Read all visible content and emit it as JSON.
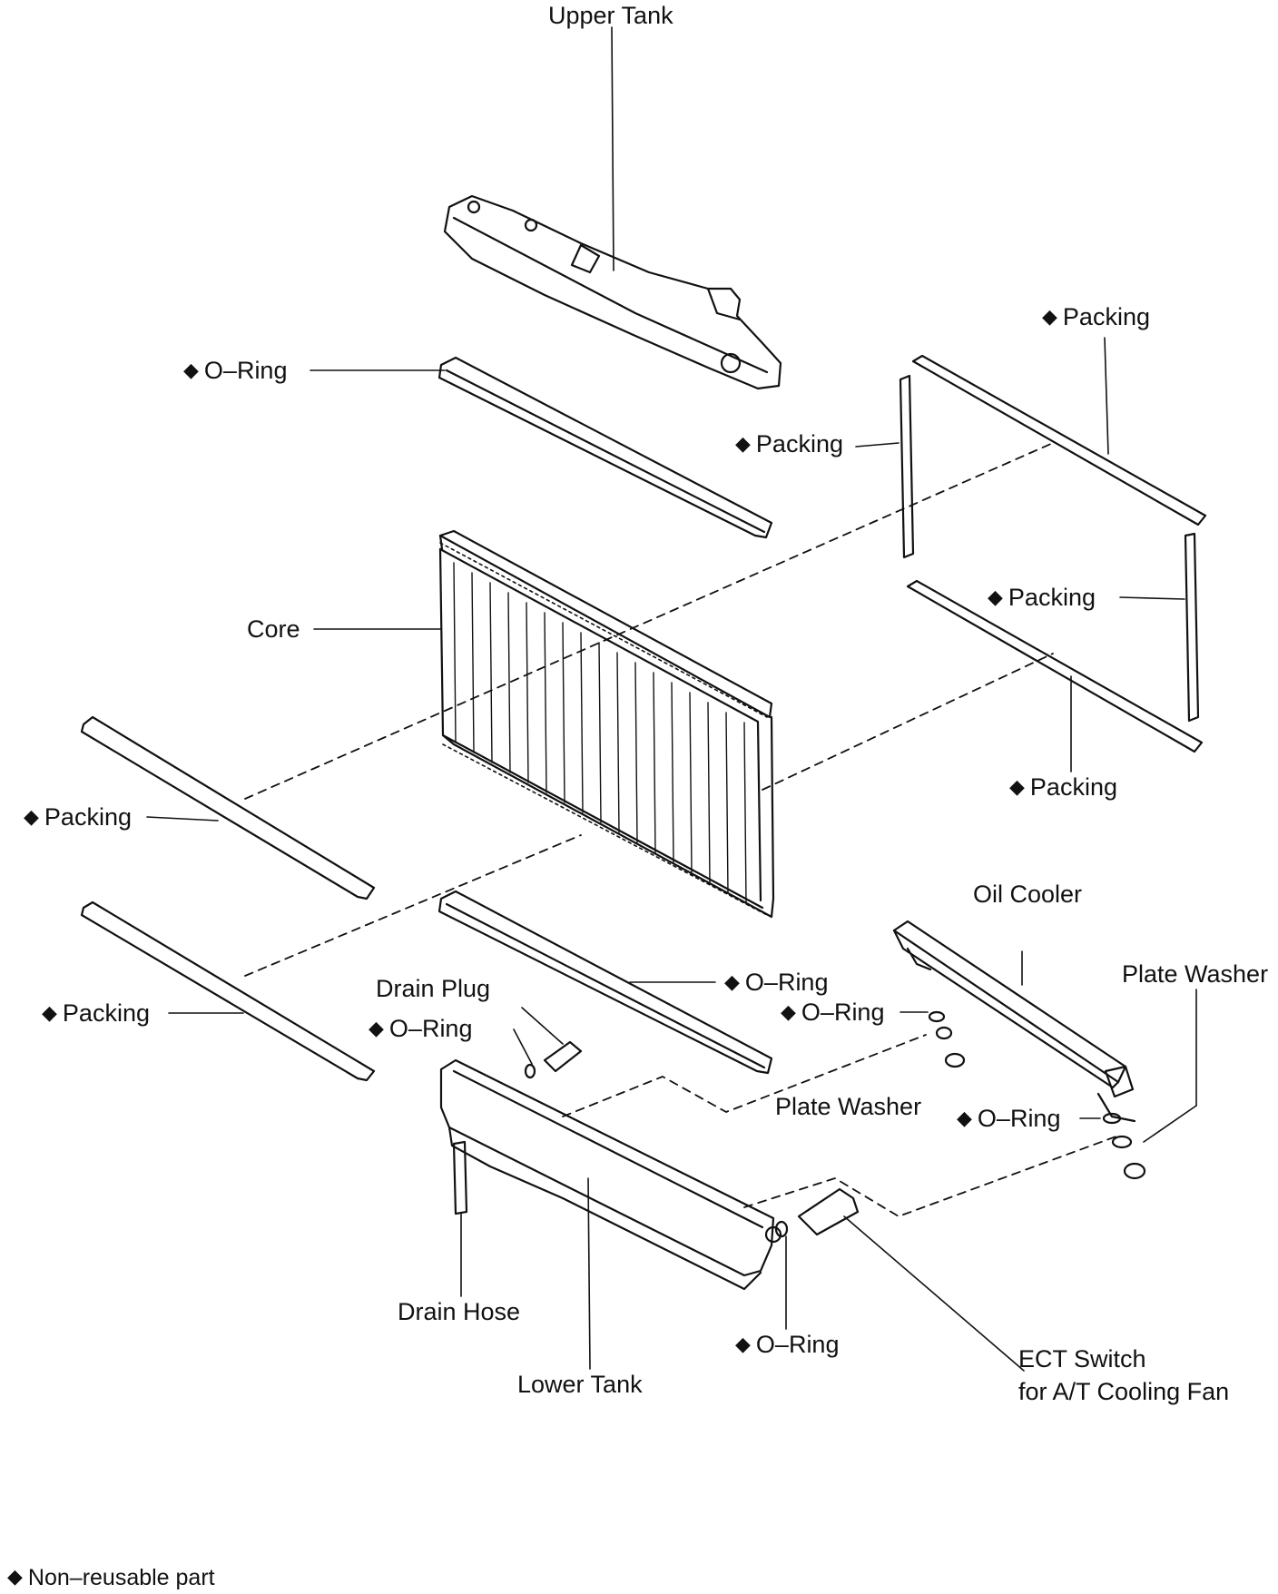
{
  "labels": {
    "upper_tank": "Upper Tank",
    "o_ring": "O–Ring",
    "packing": "Packing",
    "core": "Core",
    "oil_cooler": "Oil Cooler",
    "plate_washer": "Plate Washer",
    "drain_plug": "Drain Plug",
    "drain_hose": "Drain Hose",
    "lower_tank": "Lower Tank",
    "ect_switch_line1": "ECT Switch",
    "ect_switch_line2": "for A/T Cooling Fan"
  },
  "non_reusable_marker": "◆",
  "legend": "Non–reusable part",
  "colors": {
    "ink": "#111111",
    "background": "#ffffff"
  }
}
